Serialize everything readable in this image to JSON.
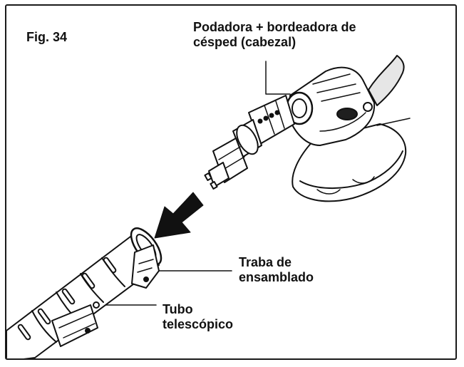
{
  "figure": {
    "number": "Fig. 34"
  },
  "labels": {
    "head": {
      "line1": "Podadora + bordeadora de",
      "line2": "césped (cabezal)"
    },
    "lock": {
      "line1": "Traba de",
      "line2": "ensamblado"
    },
    "tube": {
      "line1": "Tubo",
      "line2": "telescópico"
    }
  },
  "colors": {
    "ink": "#111111",
    "border": "#1a1a1a",
    "shade": "#cfcfcf"
  },
  "icons": [
    "assembly-arrow-icon"
  ]
}
